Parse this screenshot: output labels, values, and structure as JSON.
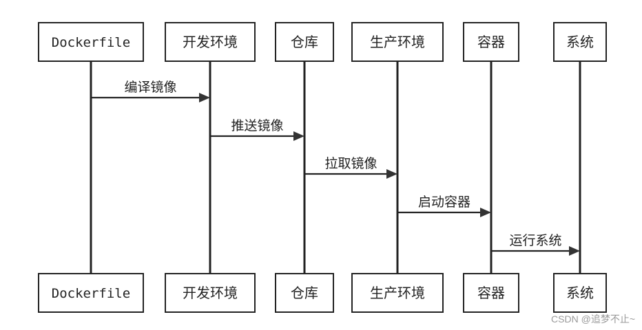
{
  "participants": [
    {
      "id": "dockerfile",
      "label": "Dockerfile",
      "mono": true
    },
    {
      "id": "dev",
      "label": "开发环境",
      "mono": false
    },
    {
      "id": "repo",
      "label": "仓库",
      "mono": false
    },
    {
      "id": "prod",
      "label": "生产环境",
      "mono": false
    },
    {
      "id": "container",
      "label": "容器",
      "mono": false
    },
    {
      "id": "system",
      "label": "系统",
      "mono": false
    }
  ],
  "messages": [
    {
      "from": 0,
      "to": 1,
      "label": "编译镜像"
    },
    {
      "from": 1,
      "to": 2,
      "label": "推送镜像"
    },
    {
      "from": 2,
      "to": 3,
      "label": "拉取镜像"
    },
    {
      "from": 3,
      "to": 4,
      "label": "启动容器"
    },
    {
      "from": 4,
      "to": 5,
      "label": "运行系统"
    }
  ],
  "watermark": "CSDN @追梦不止~"
}
